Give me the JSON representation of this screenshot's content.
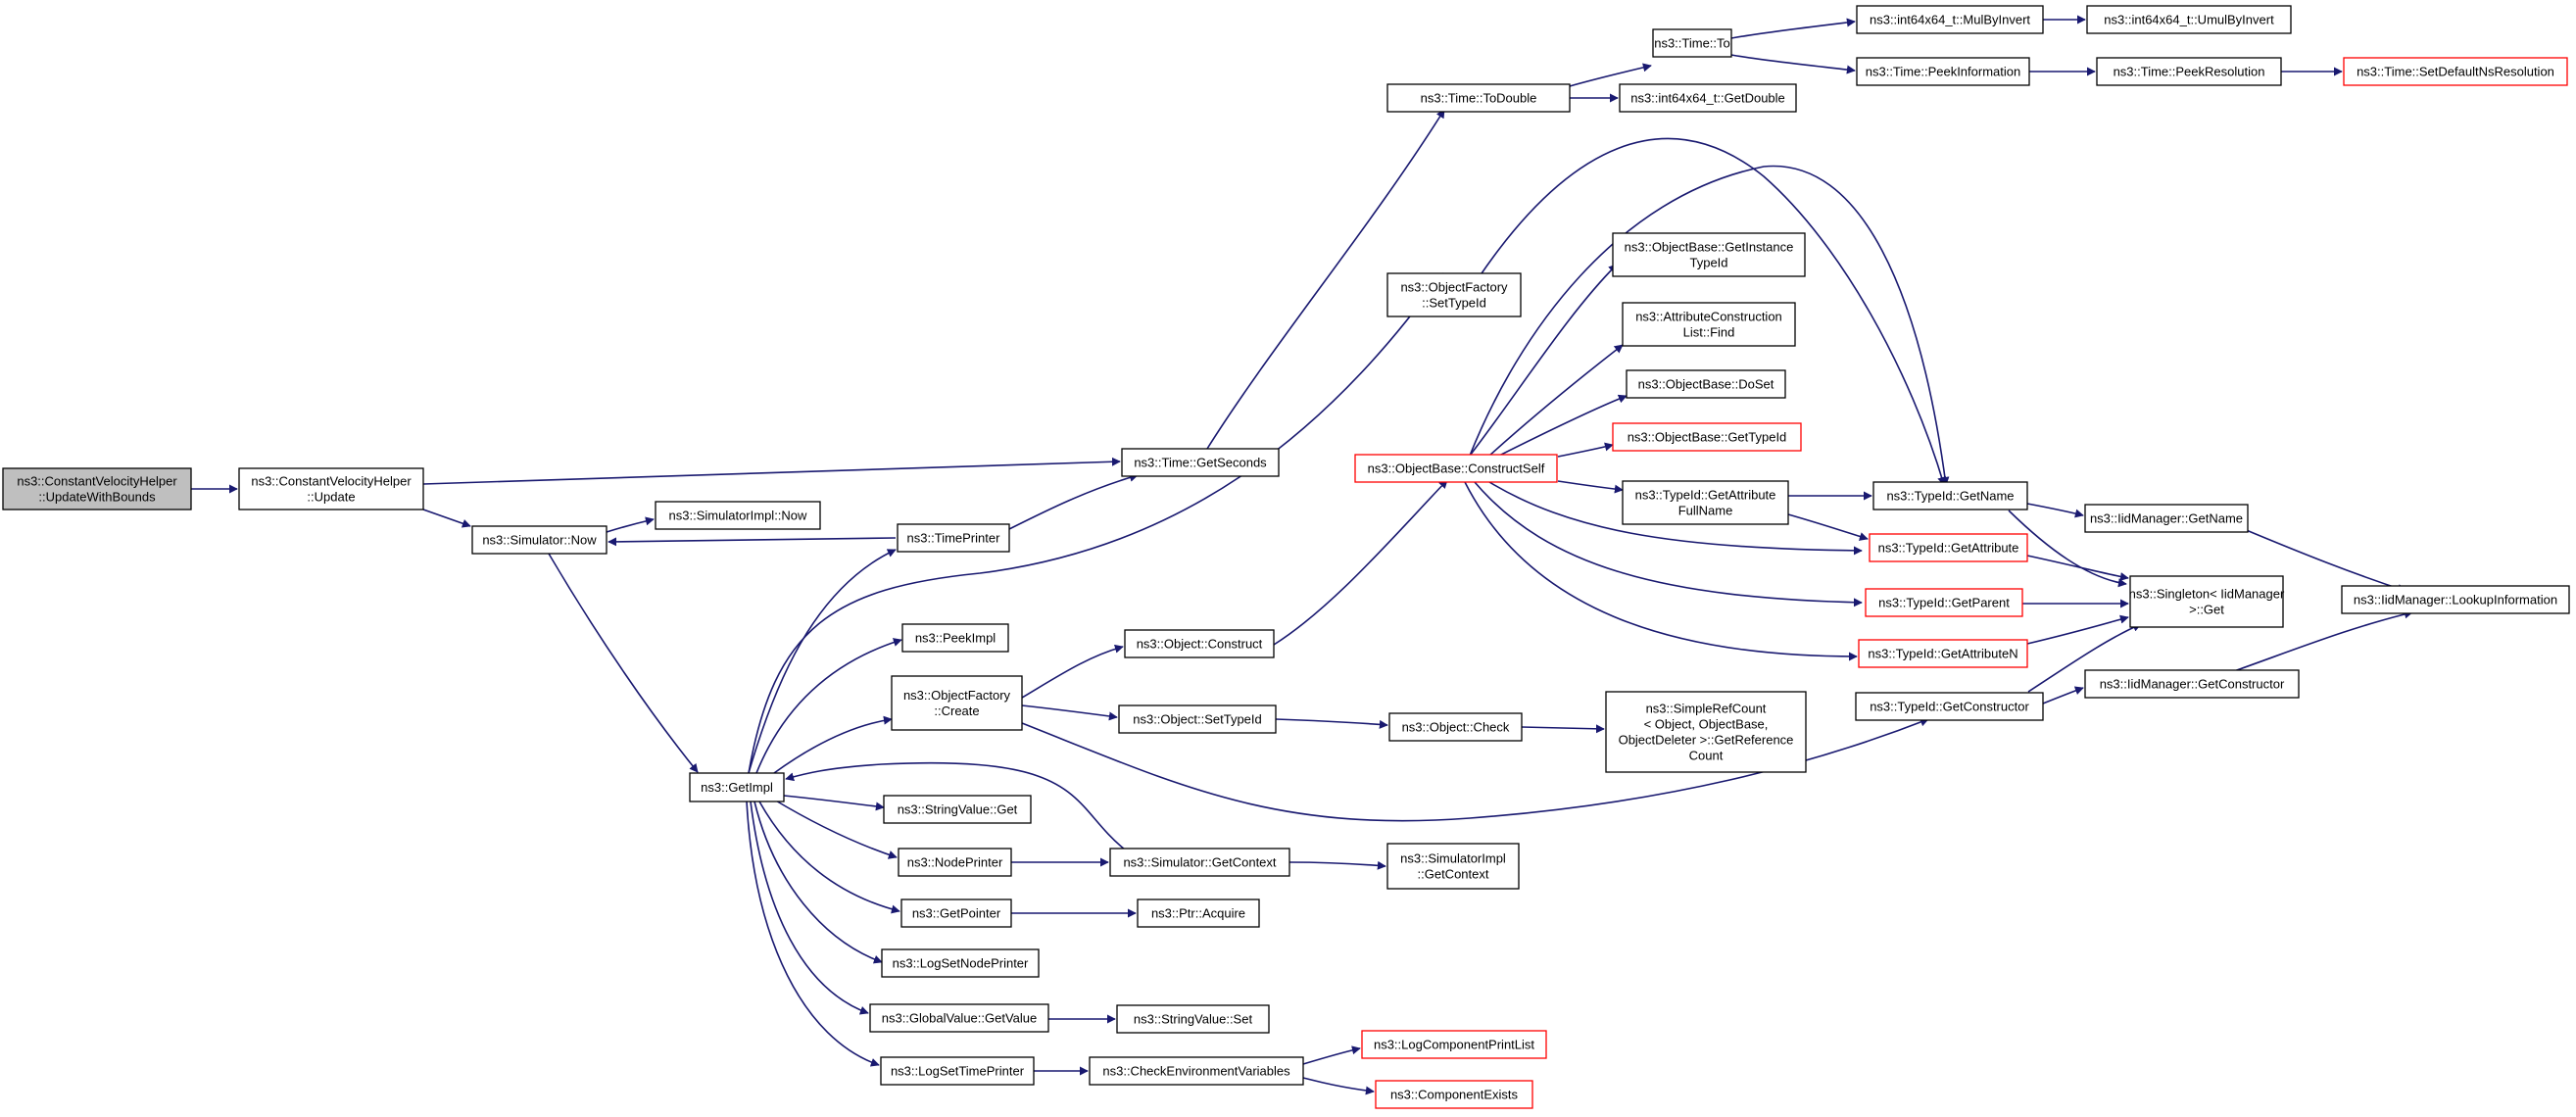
{
  "diagram": {
    "type": "call-graph",
    "colors": {
      "edge": "#191970",
      "node_border": "#000000",
      "undocumented_border": "#ff0000",
      "root_fill": "#bfbfbf"
    },
    "nodes": [
      {
        "id": "n0",
        "lines": [
          "ns3::ConstantVelocityHelper",
          "::UpdateWithBounds"
        ],
        "root": true
      },
      {
        "id": "n1",
        "lines": [
          "ns3::ConstantVelocityHelper",
          "::Update"
        ]
      },
      {
        "id": "n2",
        "lines": [
          "ns3::Simulator::Now"
        ]
      },
      {
        "id": "n3",
        "lines": [
          "ns3::SimulatorImpl::Now"
        ]
      },
      {
        "id": "n4",
        "lines": [
          "ns3::TimePrinter"
        ]
      },
      {
        "id": "n5",
        "lines": [
          "ns3::Time::GetSeconds"
        ]
      },
      {
        "id": "n6",
        "lines": [
          "ns3::Time::ToDouble"
        ]
      },
      {
        "id": "n7",
        "lines": [
          "ns3::Time::To"
        ]
      },
      {
        "id": "n8",
        "lines": [
          "ns3::int64x64_t::GetDouble"
        ]
      },
      {
        "id": "n9",
        "lines": [
          "ns3::int64x64_t::MulByInvert"
        ]
      },
      {
        "id": "n10",
        "lines": [
          "ns3::int64x64_t::UmulByInvert"
        ]
      },
      {
        "id": "n11",
        "lines": [
          "ns3::Time::PeekInformation"
        ]
      },
      {
        "id": "n12",
        "lines": [
          "ns3::Time::PeekResolution"
        ]
      },
      {
        "id": "n13",
        "lines": [
          "ns3::Time::SetDefaultNsResolution"
        ],
        "red": true
      },
      {
        "id": "n14",
        "lines": [
          "ns3::GetImpl"
        ]
      },
      {
        "id": "n15",
        "lines": [
          "ns3::ObjectFactory",
          "::SetTypeId"
        ]
      },
      {
        "id": "n16",
        "lines": [
          "ns3::ObjectBase::ConstructSelf"
        ],
        "red": true
      },
      {
        "id": "n17",
        "lines": [
          "ns3::ObjectBase::GetInstance",
          "TypeId"
        ]
      },
      {
        "id": "n18",
        "lines": [
          "ns3::AttributeConstruction",
          "List::Find"
        ]
      },
      {
        "id": "n19",
        "lines": [
          "ns3::ObjectBase::DoSet"
        ]
      },
      {
        "id": "n20",
        "lines": [
          "ns3::ObjectBase::GetTypeId"
        ],
        "red": true
      },
      {
        "id": "n21",
        "lines": [
          "ns3::TypeId::GetAttribute",
          "FullName"
        ]
      },
      {
        "id": "n22",
        "lines": [
          "ns3::TypeId::GetName"
        ]
      },
      {
        "id": "n23",
        "lines": [
          "ns3::IidManager::GetName"
        ]
      },
      {
        "id": "n24",
        "lines": [
          "ns3::TypeId::GetAttribute"
        ],
        "red": true
      },
      {
        "id": "n25",
        "lines": [
          "ns3::TypeId::GetParent"
        ],
        "red": true
      },
      {
        "id": "n26",
        "lines": [
          "ns3::TypeId::GetAttributeN"
        ],
        "red": true
      },
      {
        "id": "n27",
        "lines": [
          "ns3::Singleton< IidManager",
          " >::Get"
        ]
      },
      {
        "id": "n28",
        "lines": [
          "ns3::IidManager::LookupInformation"
        ]
      },
      {
        "id": "n29",
        "lines": [
          "ns3::PeekImpl"
        ]
      },
      {
        "id": "n30",
        "lines": [
          "ns3::ObjectFactory",
          "::Create"
        ]
      },
      {
        "id": "n31",
        "lines": [
          "ns3::Object::Construct"
        ]
      },
      {
        "id": "n32",
        "lines": [
          "ns3::Object::SetTypeId"
        ]
      },
      {
        "id": "n33",
        "lines": [
          "ns3::Object::Check"
        ]
      },
      {
        "id": "n34",
        "lines": [
          "ns3::SimpleRefCount",
          "< Object, ObjectBase,",
          " ObjectDeleter >::GetReference",
          "Count"
        ]
      },
      {
        "id": "n35",
        "lines": [
          "ns3::TypeId::GetConstructor"
        ]
      },
      {
        "id": "n36",
        "lines": [
          "ns3::IidManager::GetConstructor"
        ]
      },
      {
        "id": "n37",
        "lines": [
          "ns3::StringValue::Get"
        ]
      },
      {
        "id": "n38",
        "lines": [
          "ns3::NodePrinter"
        ]
      },
      {
        "id": "n39",
        "lines": [
          "ns3::Simulator::GetContext"
        ]
      },
      {
        "id": "n40",
        "lines": [
          "ns3::SimulatorImpl",
          "::GetContext"
        ]
      },
      {
        "id": "n41",
        "lines": [
          "ns3::GetPointer"
        ]
      },
      {
        "id": "n42",
        "lines": [
          "ns3::Ptr::Acquire"
        ]
      },
      {
        "id": "n43",
        "lines": [
          "ns3::LogSetNodePrinter"
        ]
      },
      {
        "id": "n44",
        "lines": [
          "ns3::GlobalValue::GetValue"
        ]
      },
      {
        "id": "n45",
        "lines": [
          "ns3::StringValue::Set"
        ]
      },
      {
        "id": "n46",
        "lines": [
          "ns3::LogSetTimePrinter"
        ]
      },
      {
        "id": "n47",
        "lines": [
          "ns3::CheckEnvironmentVariables"
        ]
      },
      {
        "id": "n48",
        "lines": [
          "ns3::LogComponentPrintList"
        ],
        "red": true
      },
      {
        "id": "n49",
        "lines": [
          "ns3::ComponentExists"
        ],
        "red": true
      }
    ]
  }
}
